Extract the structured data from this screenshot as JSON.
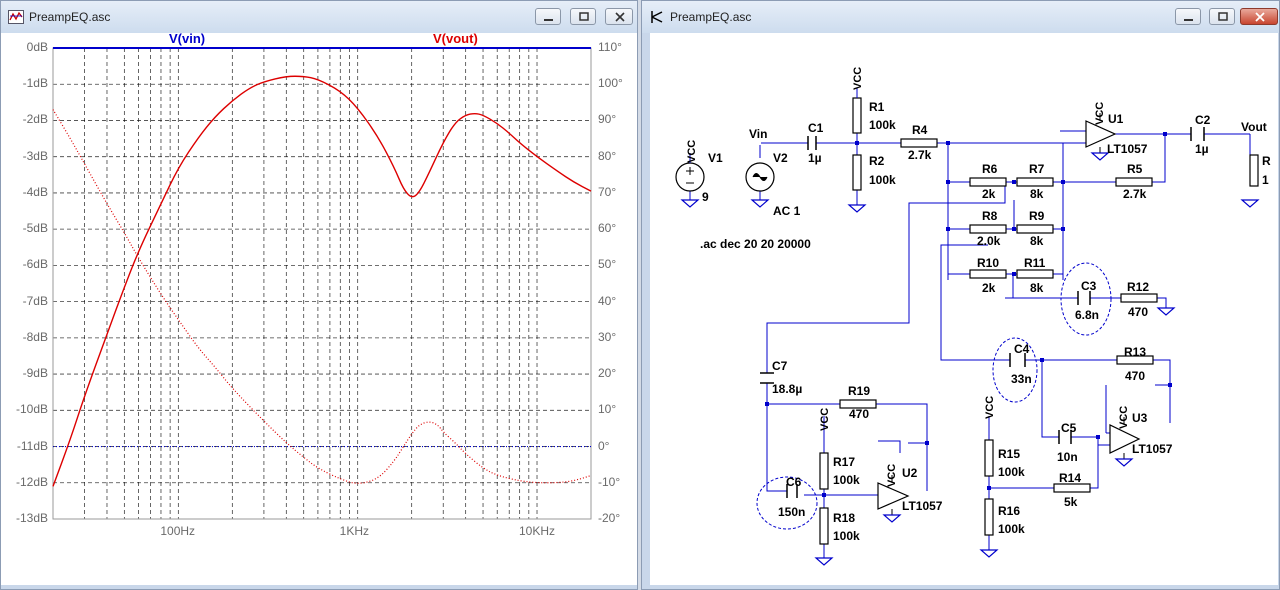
{
  "plot_window": {
    "title": "PreampEQ.asc",
    "trace_vin": "V(vin)",
    "trace_vout": "V(vout)",
    "left_axis_ticks": [
      "0dB",
      "-1dB",
      "-2dB",
      "-3dB",
      "-4dB",
      "-5dB",
      "-6dB",
      "-7dB",
      "-8dB",
      "-9dB",
      "-10dB",
      "-11dB",
      "-12dB",
      "-13dB"
    ],
    "right_axis_ticks": [
      "110°",
      "100°",
      "90°",
      "80°",
      "70°",
      "60°",
      "50°",
      "40°",
      "30°",
      "20°",
      "10°",
      "0°",
      "-10°",
      "-20°"
    ],
    "x_axis_ticks": [
      "100Hz",
      "1KHz",
      "10KHz"
    ],
    "colors": {
      "vin": "#0000cc",
      "vout": "#dd0000",
      "grid": "#000000",
      "labels": "#6a6a6a",
      "bg": "#ffffff"
    }
  },
  "chart_data": {
    "type": "line",
    "xscale": "log",
    "xlim": [
      20,
      20000
    ],
    "ylim": [
      -13,
      0
    ],
    "y2lim": [
      -20,
      110
    ],
    "ylabel_unit": "dB",
    "y2label_unit": "°",
    "x_ticks": [
      "100Hz",
      "1KHz",
      "10KHz"
    ],
    "grid": true,
    "series": [
      {
        "name": "V(vin)",
        "quantity": "magnitude",
        "axis": "left",
        "color": "#0000cc",
        "style": "solid",
        "x": [
          20,
          20000
        ],
        "y": [
          0,
          0
        ]
      },
      {
        "name": "V(vin)",
        "quantity": "phase",
        "axis": "right",
        "color": "#0000cc",
        "style": "dotted",
        "x": [
          20,
          20000
        ],
        "y": [
          0,
          0
        ]
      },
      {
        "name": "V(vout)",
        "quantity": "magnitude",
        "axis": "left",
        "color": "#dd0000",
        "style": "solid",
        "x": [
          20,
          25,
          30,
          40,
          50,
          60,
          80,
          100,
          130,
          160,
          200,
          250,
          300,
          400,
          500,
          600,
          800,
          1000,
          1300,
          1600,
          1800,
          2000,
          2200,
          2500,
          3000,
          3500,
          4000,
          4500,
          5000,
          6000,
          7000,
          8000,
          10000,
          13000,
          16000,
          20000
        ],
        "y": [
          -12.1,
          -10.8,
          -9.6,
          -7.9,
          -6.6,
          -5.6,
          -4.3,
          -3.3,
          -2.45,
          -1.9,
          -1.45,
          -1.1,
          -0.93,
          -0.78,
          -0.78,
          -0.86,
          -1.18,
          -1.65,
          -2.45,
          -3.3,
          -3.9,
          -4.15,
          -4.0,
          -3.45,
          -2.6,
          -2.05,
          -1.85,
          -1.8,
          -1.85,
          -2.08,
          -2.35,
          -2.62,
          -3.0,
          -3.4,
          -3.7,
          -3.95
        ]
      },
      {
        "name": "V(vout)",
        "quantity": "phase",
        "axis": "right",
        "color": "#dd0000",
        "style": "dotted",
        "x": [
          20,
          25,
          30,
          40,
          50,
          60,
          80,
          100,
          130,
          160,
          200,
          300,
          400,
          500,
          600,
          800,
          1000,
          1300,
          1600,
          1800,
          2000,
          2200,
          2500,
          2800,
          3000,
          3500,
          4000,
          5000,
          6000,
          8000,
          10000,
          13000,
          16000,
          20000
        ],
        "y": [
          93,
          85,
          78,
          67,
          59,
          52,
          42,
          35,
          27,
          22,
          16,
          7,
          1,
          -3,
          -6,
          -9,
          -10.5,
          -9,
          -4,
          0,
          3.5,
          6,
          7,
          6,
          4,
          1,
          -2,
          -6,
          -8,
          -9.5,
          -10,
          -10,
          -9.5,
          -8
        ]
      }
    ]
  },
  "schematic_window": {
    "title": "PreampEQ.asc",
    "directive": ".ac dec 20 20 20000",
    "nets": {
      "vin": "Vin",
      "vout": "Vout",
      "vcc": "VCC"
    },
    "components": {
      "V1": {
        "name": "V1",
        "value": "9"
      },
      "V2": {
        "name": "V2",
        "value": "AC 1"
      },
      "C1": {
        "name": "C1",
        "value": "1µ"
      },
      "R1": {
        "name": "R1",
        "value": "100k"
      },
      "R2": {
        "name": "R2",
        "value": "100k"
      },
      "R4": {
        "name": "R4",
        "value": "2.7k"
      },
      "U1": {
        "name": "U1",
        "value": "LT1057"
      },
      "C2": {
        "name": "C2",
        "value": "1µ"
      },
      "RL": {
        "name": "R",
        "value": "1"
      },
      "R5": {
        "name": "R5",
        "value": "2.7k"
      },
      "R6": {
        "name": "R6",
        "value": "2k"
      },
      "R7": {
        "name": "R7",
        "value": "8k"
      },
      "R8": {
        "name": "R8",
        "value": "2.0k"
      },
      "R9": {
        "name": "R9",
        "value": "8k"
      },
      "R10": {
        "name": "R10",
        "value": "2k"
      },
      "R11": {
        "name": "R11",
        "value": "8k"
      },
      "C3": {
        "name": "C3",
        "value": "6.8n"
      },
      "R12": {
        "name": "R12",
        "value": "470"
      },
      "C7": {
        "name": "C7",
        "value": "18.8µ"
      },
      "R19": {
        "name": "R19",
        "value": "470"
      },
      "R17": {
        "name": "R17",
        "value": "100k"
      },
      "U2": {
        "name": "U2",
        "value": "LT1057"
      },
      "C6": {
        "name": "C6",
        "value": "150n"
      },
      "R18": {
        "name": "R18",
        "value": "100k"
      },
      "C4": {
        "name": "C4",
        "value": "33n"
      },
      "R13": {
        "name": "R13",
        "value": "470"
      },
      "U3": {
        "name": "U3",
        "value": "LT1057"
      },
      "C5": {
        "name": "C5",
        "value": "10n"
      },
      "R15": {
        "name": "R15",
        "value": "100k"
      },
      "R14": {
        "name": "R14",
        "value": "5k"
      },
      "R16": {
        "name": "R16",
        "value": "100k"
      }
    }
  }
}
